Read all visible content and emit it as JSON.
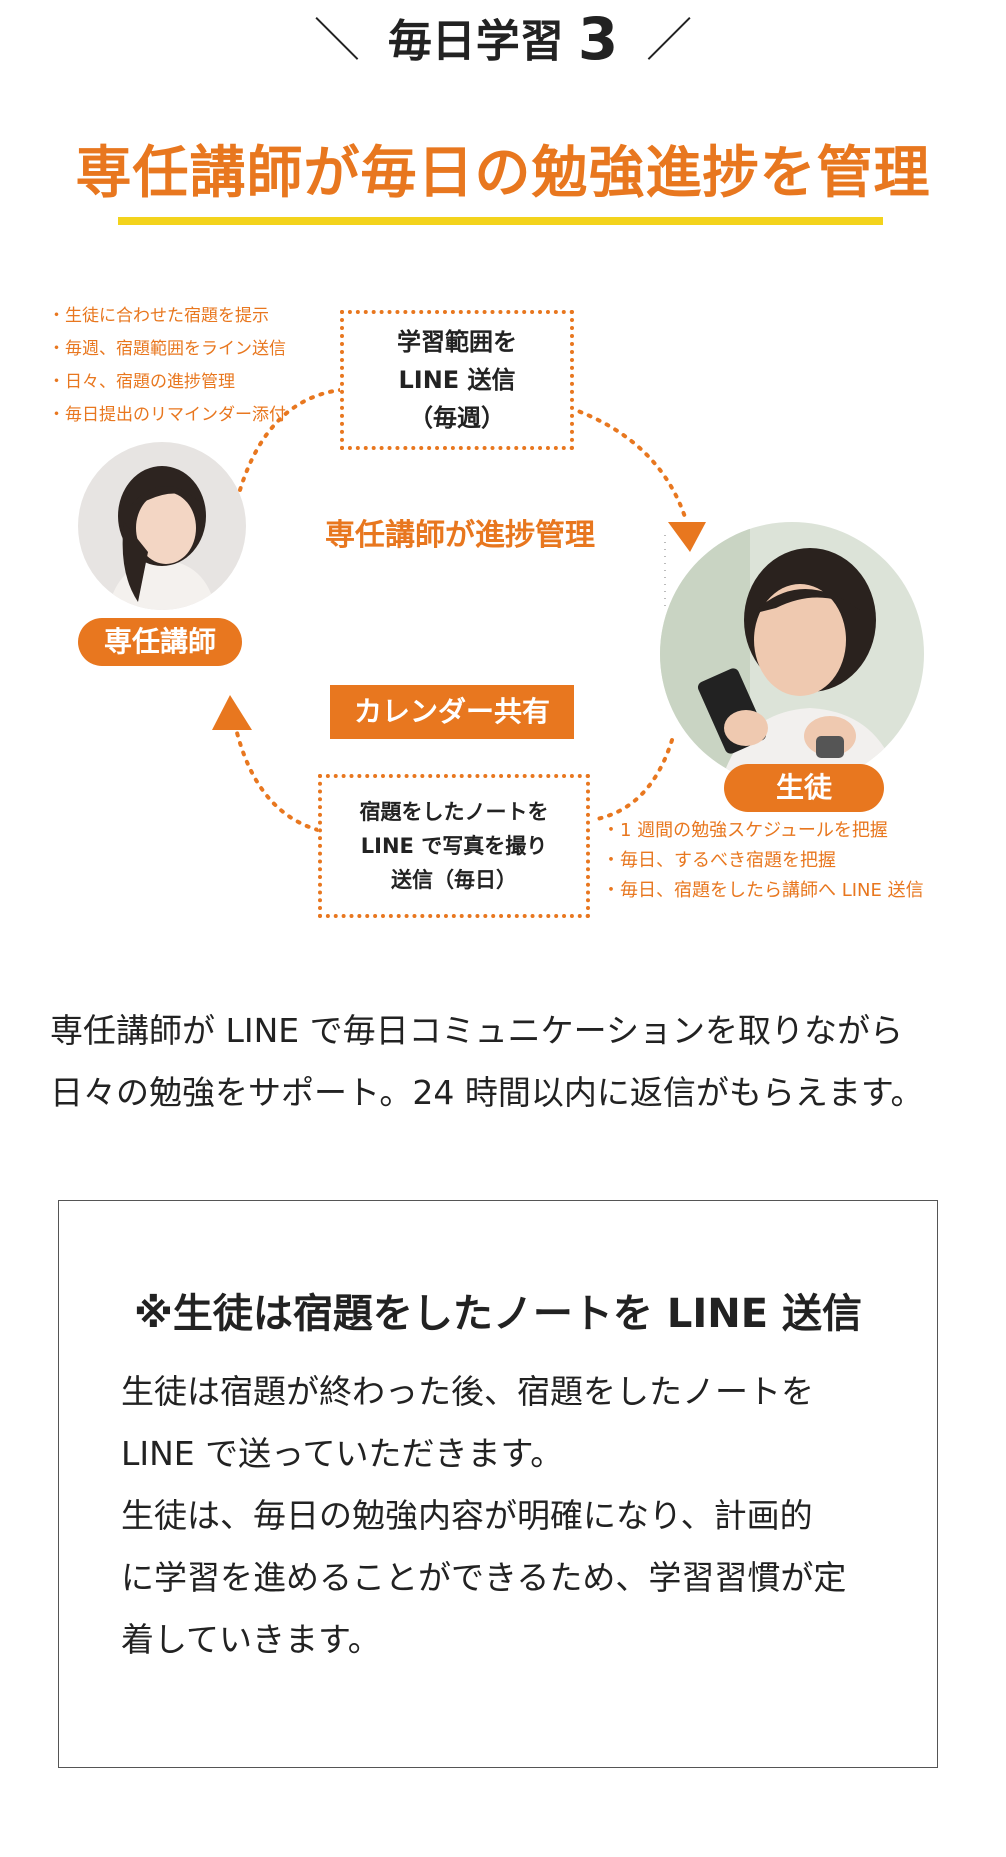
{
  "header": {
    "kicker_left": "＼",
    "kicker_text": "毎日学習",
    "kicker_number": "3",
    "kicker_right": "／",
    "title": "専任講師が毎日の勉強進捗を管理"
  },
  "diagram": {
    "teacher_points": [
      "生徒に合わせた宿題を提示",
      "毎週、宿題範囲をライン送信",
      "日々、宿題の進捗管理",
      "毎日提出のリマインダー添付"
    ],
    "weekly_box": [
      "学習範囲を",
      "LINE 送信",
      "（毎週）"
    ],
    "center_label": "専任講師が進捗管理",
    "calendar_label": "カレンダー共有",
    "teacher_label": "専任講師",
    "student_label": "生徒",
    "daily_box": [
      "宿題をしたノートを",
      "LINE で写真を撮り",
      "送信（毎日）"
    ],
    "student_points": [
      "1 週間の勉強スケジュールを把握",
      "毎日、するべき宿題を把握",
      "毎日、宿題をしたら講師へ LINE 送信"
    ]
  },
  "description": [
    "専任講師が LINE で毎日コミュニケーションを取りながら",
    "日々の勉強をサポート。24 時間以内に返信がもらえます。"
  ],
  "note": {
    "title": "※生徒は宿題をしたノートを LINE 送信",
    "lines": [
      "生徒は宿題が終わった後、宿題をしたノートを",
      "LINE で送っていただきます。",
      "生徒は、毎日の勉強内容が明確になり、計画的",
      "に学習を進めることができるため、学習習慣が定",
      "着していきます。"
    ]
  },
  "colors": {
    "accent": "#E8771F",
    "underline": "#F3D31C",
    "text": "#222222"
  }
}
